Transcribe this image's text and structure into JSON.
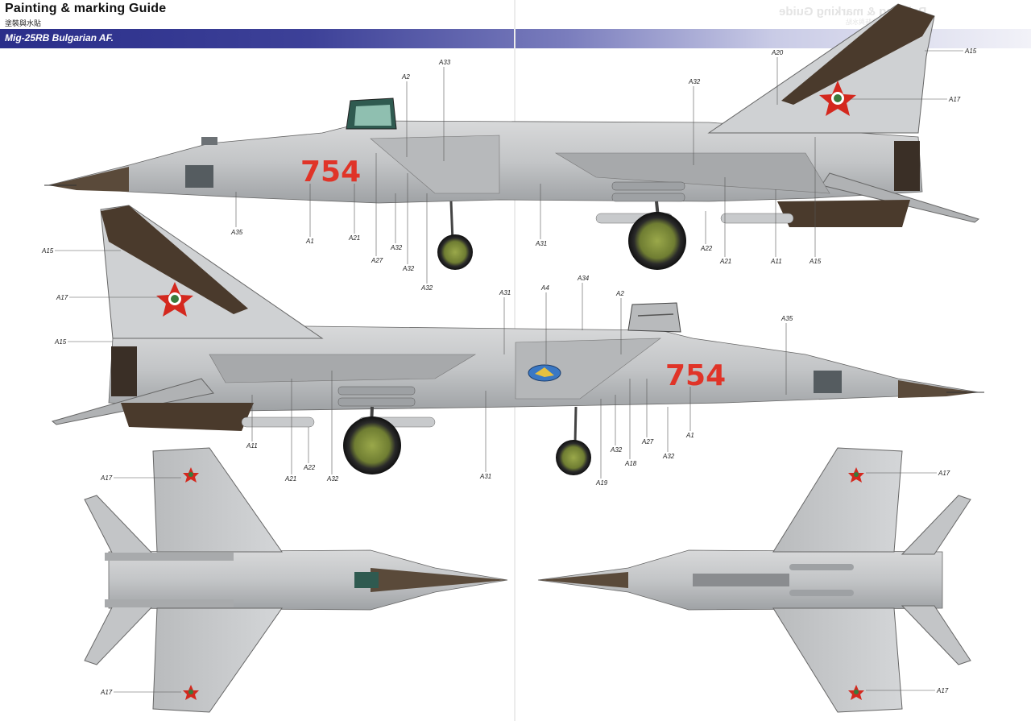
{
  "header": {
    "title": "Painting & marking Guide",
    "subtitle": "塗裝與水貼",
    "banner": "Mig-25RB Bulgarian AF."
  },
  "colors": {
    "banner": "#3d4198",
    "aircraft_grey": "#c4c6c8",
    "anti_glare_brown": "#4a3a2c",
    "serial_red": "#e03428",
    "tyre_green": "#7a8a3a"
  },
  "aircraft": {
    "serial": "754"
  },
  "top_side_view": {
    "callouts": [
      "A33",
      "A2",
      "A20",
      "A32",
      "A15",
      "A17",
      "A35",
      "A1",
      "A21",
      "A27",
      "A32",
      "A32",
      "A32",
      "A31",
      "A22",
      "A21",
      "A11",
      "A15"
    ]
  },
  "middle_side_view": {
    "callouts": [
      "A15",
      "A17",
      "A15",
      "A31",
      "A4",
      "A34",
      "A2",
      "A35",
      "A11",
      "A22",
      "A21",
      "A32",
      "A31",
      "A19",
      "A32",
      "A18",
      "A27",
      "A32",
      "A1"
    ]
  },
  "plan_views": {
    "callouts": [
      "A17",
      "A17",
      "A17",
      "A17"
    ]
  }
}
